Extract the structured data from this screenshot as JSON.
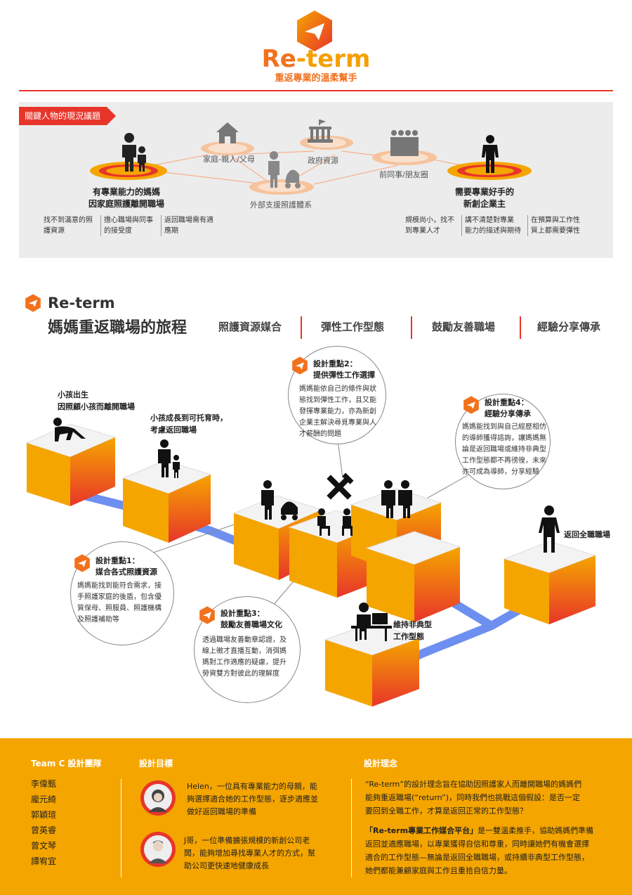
{
  "header": {
    "brand_re": "Re",
    "brand_term": "-term",
    "tagline": "重返專業的溫柔幫手"
  },
  "section1": {
    "tag": "關鍵人物的現況議題",
    "mother": {
      "title_line1": "有專業能力的媽媽",
      "title_line2": "因家庭照護離開職場",
      "issues": [
        {
          "l1": "找不到滿意的照",
          "l2": "護資源"
        },
        {
          "l1": "擔心職場與同事",
          "l2": "的接受度"
        },
        {
          "l1": "返回職場需有適",
          "l2": "應期"
        }
      ]
    },
    "middle": {
      "family": "家庭-親人/父母",
      "external": "外部支援照護體系",
      "government": "政府資源",
      "colleagues": "前同事/朋友圈"
    },
    "startup": {
      "title_line1": "需要專業好手的",
      "title_line2": "新創企業主",
      "issues": [
        {
          "l1": "規模尚小，找不",
          "l2": "到專業人才"
        },
        {
          "l1": "講不清楚對專業",
          "l2": "能力的描述與期待"
        },
        {
          "l1": "在預算與工作性",
          "l2": "質上都需要彈性"
        }
      ]
    }
  },
  "section2": {
    "brand": "Re-term",
    "title": "媽媽重返職場的旅程",
    "pillars": [
      "照護資源媒合",
      "彈性工作型態",
      "鼓勵友善職場",
      "經驗分享傳承"
    ],
    "stages": {
      "birth_l1": "小孩出生",
      "birth_l2": "因照顧小孩而離開職場",
      "grow_l1": "小孩成長到可托育時，",
      "grow_l2": "考慮返回職場",
      "return_full": "返回全職職場",
      "atypical_l1": "維持非典型",
      "atypical_l2": "工作型態"
    },
    "callouts": {
      "c1": {
        "t1": "設計重點1：",
        "t2": "媒合各式照護資源",
        "body": [
          "媽媽能找到能符合需求，接",
          "手照護家庭的後盾，包含優",
          "質保母、照服員、照護機構",
          "及照護補助等"
        ]
      },
      "c2": {
        "t1": "設計重點2：",
        "t2": "提供彈性工作選擇",
        "body": [
          "媽媽能依自己的條件與狀",
          "態找到彈性工作，且又能",
          "發揮專業能力，亦為新創",
          "企業主解決尋覓專業與人",
          "才薪酬的問題"
        ]
      },
      "c3": {
        "t1": "設計重點3：",
        "t2": "鼓勵友善職場文化",
        "body": [
          "透過職場友善動章認證，及",
          "線上徵才直播互動，消弭媽",
          "媽對工作適應的疑慮，提升",
          "勞資雙方對彼此的理解度"
        ]
      },
      "c4": {
        "t1": "設計重點4：",
        "t2": "經驗分享傳承",
        "body": [
          "媽媽能找到與自己經歷相仿",
          "的導師獲得諮詢，讓媽媽無",
          "論是返回職場或維持非典型",
          "工作型態都不再徬徨，未來",
          "亦可成為導師，分享經驗"
        ]
      }
    }
  },
  "footer": {
    "team_heading": "Team C 設計團隊",
    "members": [
      "李偉甄",
      "龐元綺",
      "郭穎瑄",
      "曾英睿",
      "曾文琴",
      "譚宥宜"
    ],
    "goal_heading": "設計目標",
    "personas": [
      {
        "l1": "Helen，一位具有專業能力的母親，能",
        "l2": "夠選擇適合她的工作型態，逐步適應並",
        "l3": "做好返回職場的準備"
      },
      {
        "l1": "J哥，一位準備擴張規模的新創公司老",
        "l2": "闆，能夠增加尋找專業人才的方式，幫",
        "l3": "助公司更快速地健康成長"
      }
    ],
    "concept_heading": "設計理念",
    "concept_p1": [
      "“Re-term”的設計理念旨在協助因照護家人而離開職場的媽媽們",
      "能夠重返職場(“return”)，同時我們也挑戰這個假設：是否一定",
      "要回到全職工作，才算是返回正常的工作型態？"
    ],
    "concept_p2_bold": "「Re-term專業工作媒合平台」",
    "concept_p2": [
      "是一雙溫柔推手，協助媽媽們準備",
      "返回並適應職場，以專業獲得自信和尊重，同時讓她們有機會選擇",
      "適合的工作型態—無論是返回全職職場，或持續非典型工作型態，",
      "她們都能兼顧家庭與工作且重拾自信力量。"
    ]
  },
  "colors": {
    "orange": "#f5a500",
    "red": "#e8352a",
    "accent": "#f2711c",
    "path": "#6d8ff0"
  }
}
